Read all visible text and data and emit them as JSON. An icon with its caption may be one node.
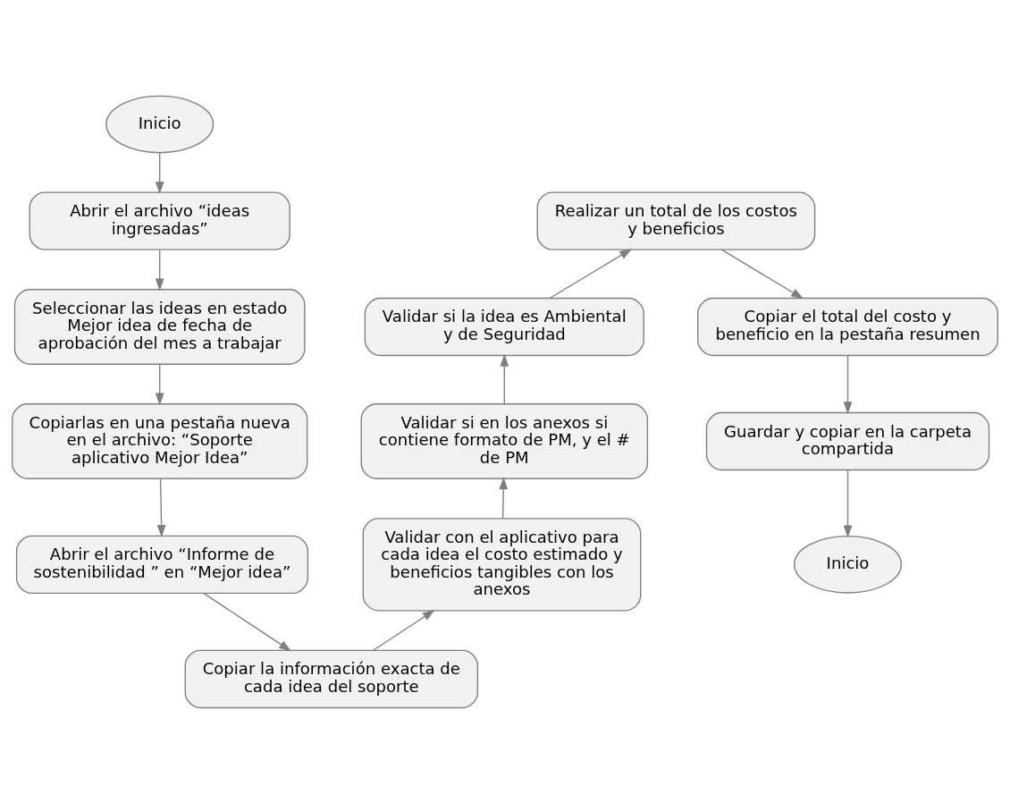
{
  "diagram": {
    "nodes": [
      {
        "text": [
          "Inicio"
        ]
      },
      {
        "text": [
          "Abrir el archivo “ideas ingresadas”"
        ]
      },
      {
        "text": [
          "Seleccionar las ideas en estado Mejor idea de fecha de aprobación del mes a trabajar"
        ]
      },
      {
        "text": [
          "Copiarlas en una pestaña nueva en el archivo: “Soporte aplicativo Mejor Idea”"
        ]
      },
      {
        "text": [
          "Abrir el archivo “Informe de sostenibilidad ” en “Mejor idea”"
        ]
      },
      {
        "text": [
          "Copiar la información exacta de cada idea del soporte"
        ]
      },
      {
        "text": [
          "Validar con el aplicativo para cada idea el costo estimado y beneficios tangibles con los anexos"
        ]
      },
      {
        "text": [
          "Validar si en los anexos si contiene formato de PM, y el # de PM"
        ]
      },
      {
        "text": [
          "Validar si la idea es Ambiental y de Seguridad"
        ]
      },
      {
        "text": [
          "Realizar un total de los costos y beneficios"
        ]
      },
      {
        "text": [
          "Copiar el total del costo y beneficio en la pestaña resumen"
        ]
      },
      {
        "text": [
          "Guardar y copiar en la carpeta compartida"
        ]
      },
      {
        "text": [
          "Inicio"
        ]
      }
    ],
    "edges": [
      {
        "from": 0,
        "to": 1,
        "arrow": "to"
      },
      {
        "from": 1,
        "to": 2,
        "arrow": "to"
      },
      {
        "from": 2,
        "to": 3,
        "arrow": "to"
      },
      {
        "from": 3,
        "to": 4,
        "arrow": "to"
      },
      {
        "from": 4,
        "to": 5,
        "arrow": "to"
      },
      {
        "from": 5,
        "to": 6,
        "arrow": "to"
      },
      {
        "from": 6,
        "to": 7,
        "arrow": "to"
      },
      {
        "from": 7,
        "to": 8,
        "arrow": "to"
      },
      {
        "from": 8,
        "to": 9,
        "arrow": "to"
      },
      {
        "from": 9,
        "to": 10,
        "arrow": "to"
      },
      {
        "from": 10,
        "to": 11,
        "arrow": "to"
      },
      {
        "from": 11,
        "to": 12,
        "arrow": "to"
      }
    ]
  }
}
